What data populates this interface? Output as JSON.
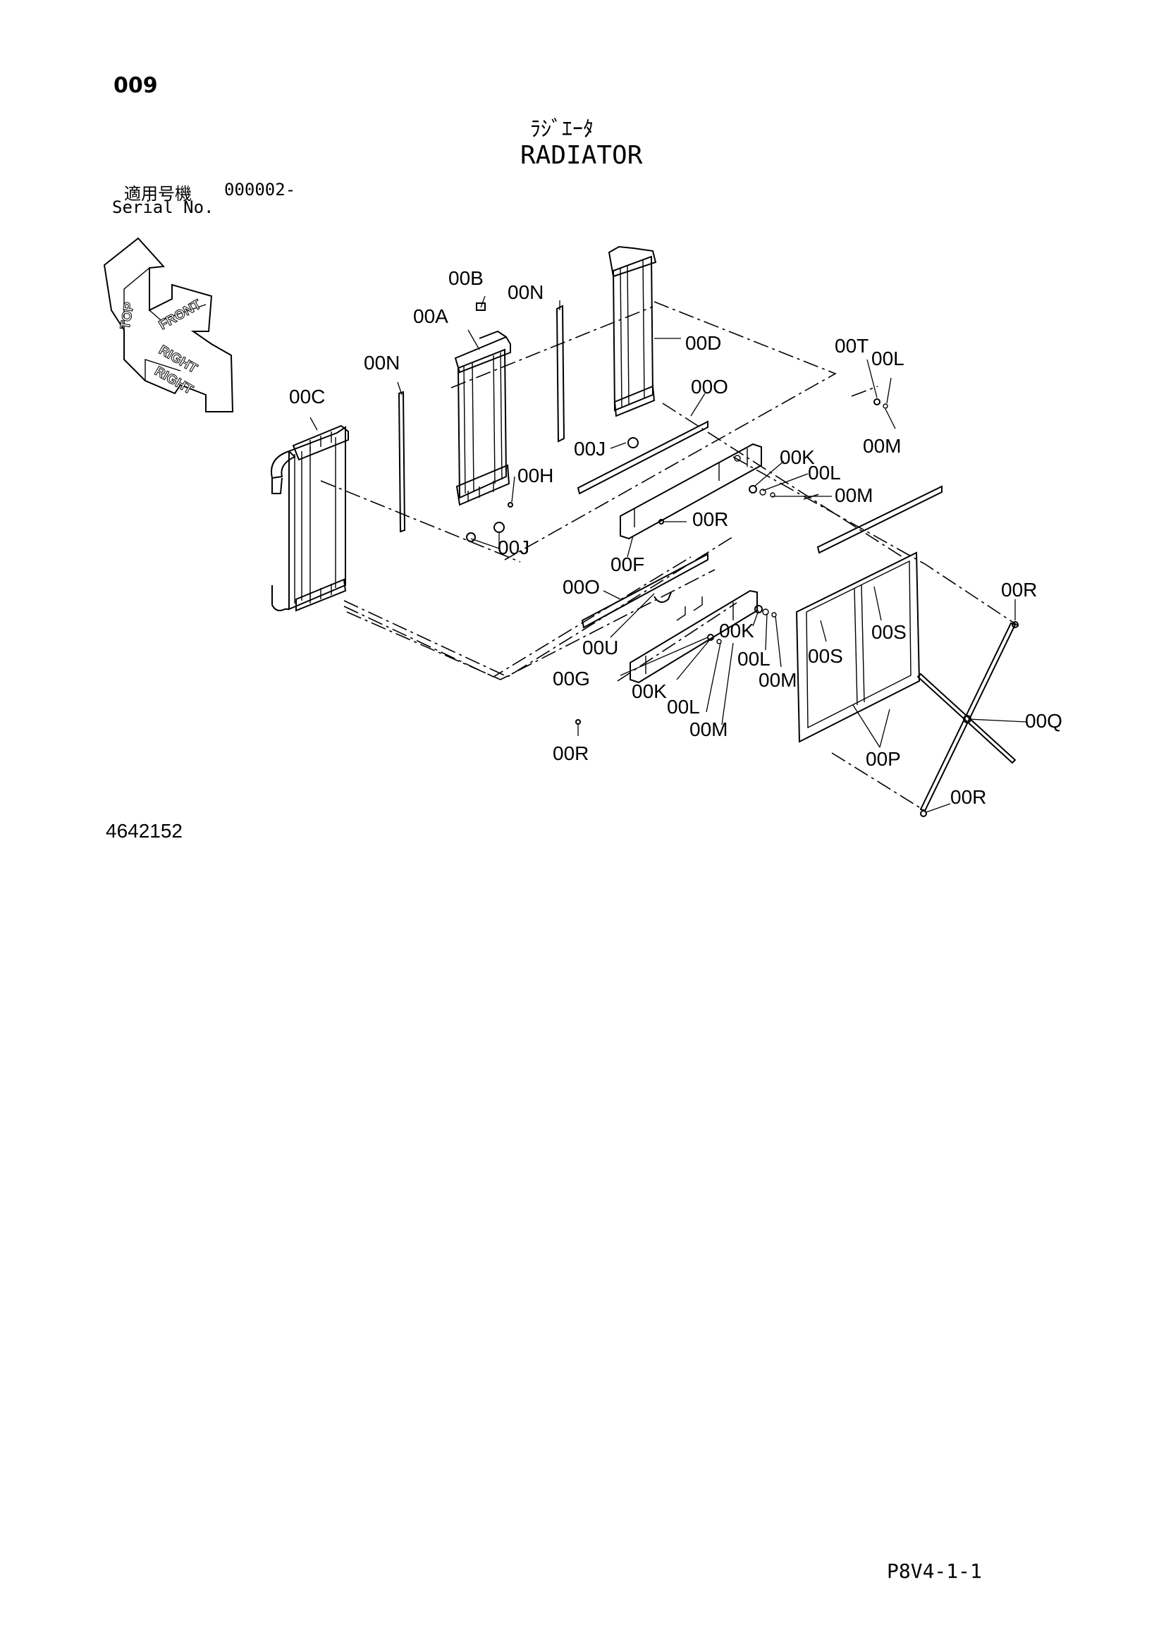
{
  "header": {
    "page_code": "009",
    "title_jp": "ﾗｼﾞｴｰﾀ",
    "title_en": "RADIATOR",
    "serial_label_jp": "適用号機",
    "serial_value": "000002-",
    "serial_label_en": "Serial No."
  },
  "orientation": {
    "top": "TOP",
    "front": "FRONT",
    "right": "RIGHT"
  },
  "callouts": {
    "00A": "00A",
    "00B": "00B",
    "00C": "00C",
    "00D": "00D",
    "00F": "00F",
    "00G": "00G",
    "00H": "00H",
    "00J": "00J",
    "00K": "00K",
    "00L": "00L",
    "00M": "00M",
    "00N": "00N",
    "00O": "00O",
    "00P": "00P",
    "00Q": "00Q",
    "00R": "00R",
    "00S": "00S",
    "00T": "00T",
    "00U": "00U"
  },
  "footer": {
    "doc_number": "4642152",
    "sheet_ref": "P8V4-1-1"
  },
  "colors": {
    "ink": "#000000",
    "paper": "#ffffff"
  }
}
